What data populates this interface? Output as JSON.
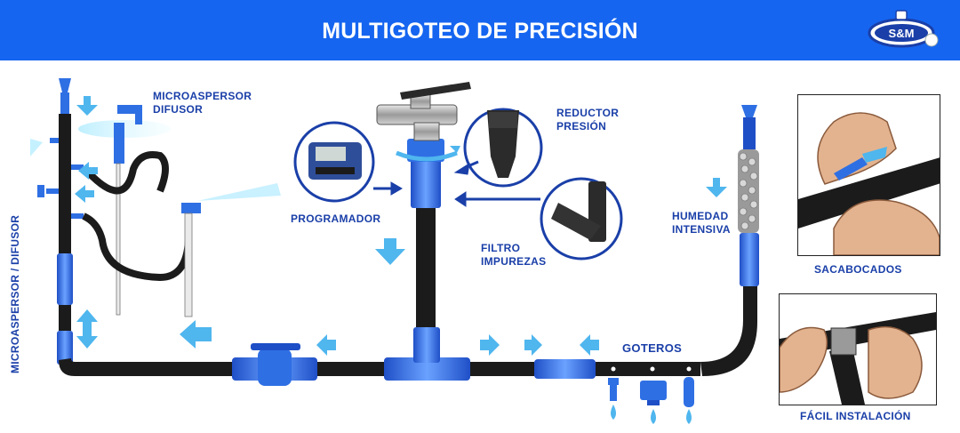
{
  "header": {
    "title": "MULTIGOTEO DE PRECISIÓN",
    "logo_text": "S&M",
    "background_color": "#1565f0"
  },
  "labels": {
    "microaspersor_difusor": "MICROASPERSOR\nDIFUSOR",
    "microaspersor_vertical": "MICROASPERSOR / DIFUSOR",
    "programador": "PROGRAMADOR",
    "reductor_presion": "REDUCTOR\nPRESIÓN",
    "filtro_impurezas": "FILTRO\nIMPUREZAS",
    "humedad_intensiva": "HUMEDAD\nINTENSIVA",
    "goteros": "GOTEROS",
    "sacabocados": "SACABOCADOS",
    "facil_instalacion": "FÁCIL INSTALACIÓN"
  },
  "colors": {
    "accent_blue": "#1565f0",
    "label_blue": "#1a3fa8",
    "arrow_light_blue": "#4fb6ee",
    "pipe_black": "#1b1b1b",
    "fitting_blue": "#2f6fe4"
  },
  "icons": [
    "faucet-icon",
    "programmer-icon",
    "pressure-reducer-icon",
    "filter-icon",
    "valve-icon",
    "tee-fitting-icon",
    "dripper-icon",
    "porous-hose-icon",
    "hole-punch-photo",
    "installation-photo"
  ]
}
